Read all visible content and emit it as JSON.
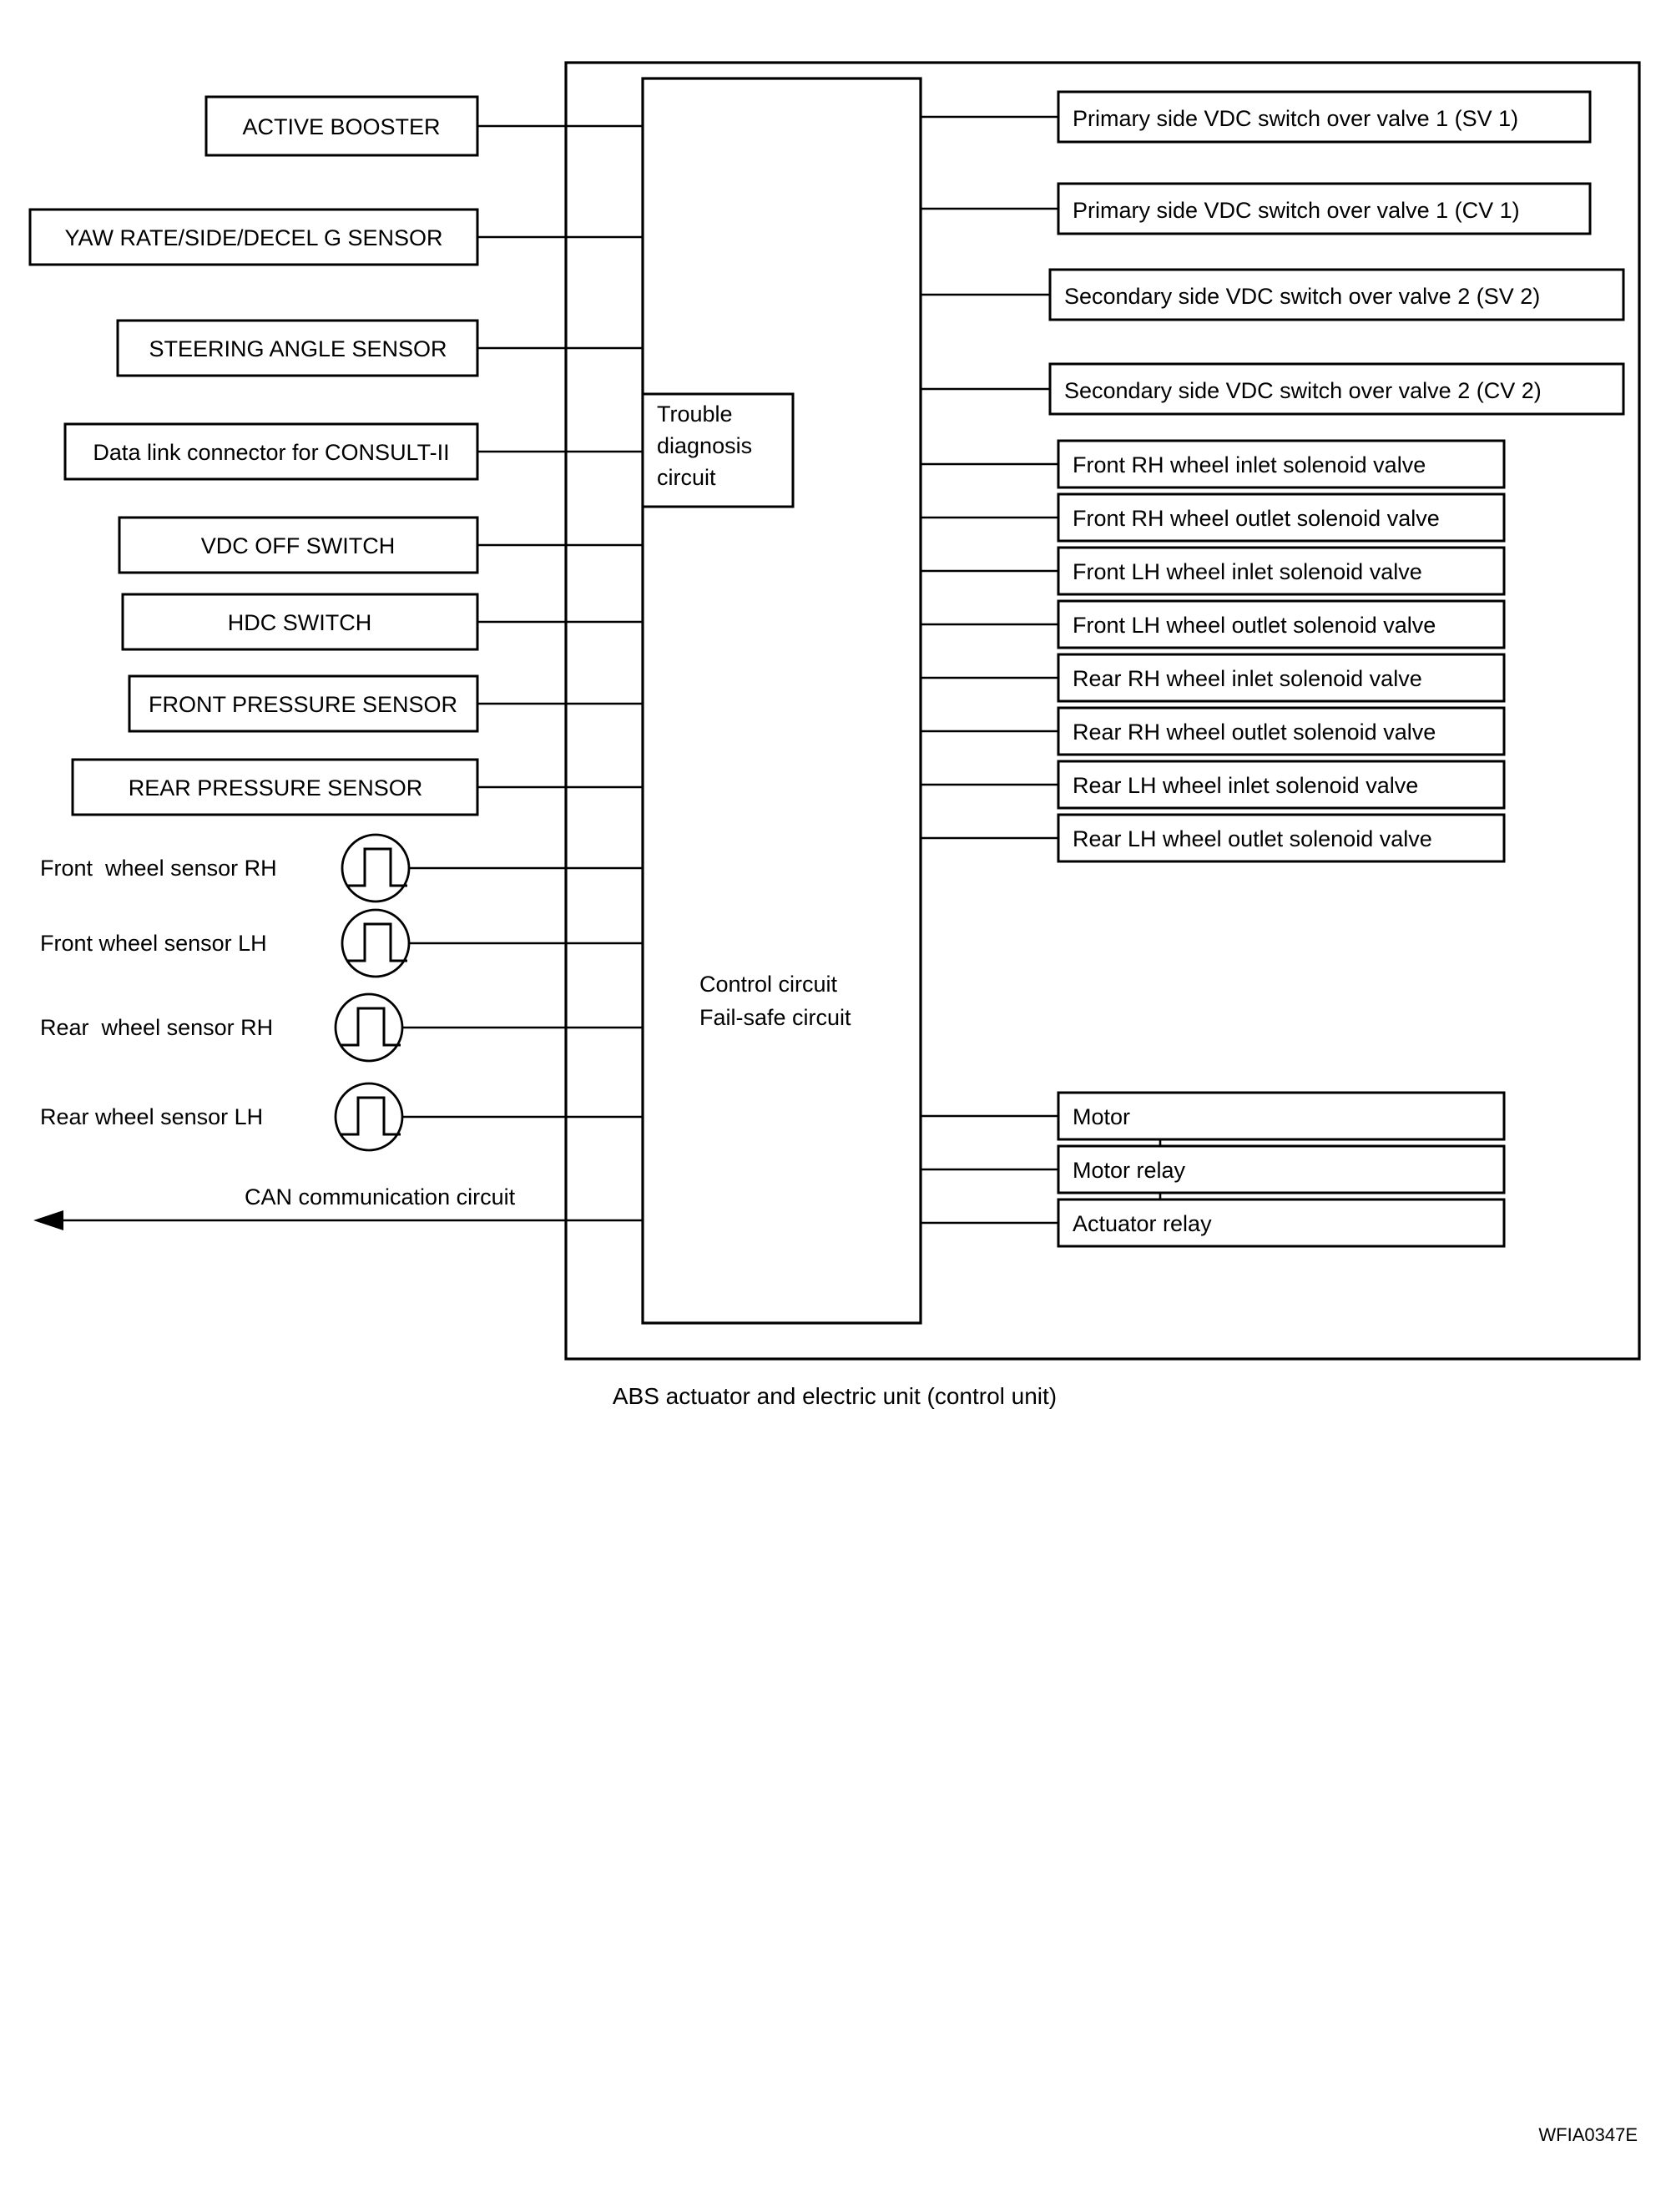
{
  "figure": {
    "caption": "ABS actuator and electric unit (control unit)",
    "figure_id": "WFIA0347E",
    "can_label": "CAN communication circuit"
  },
  "control_unit": {
    "trouble_diagnosis": {
      "line1": "Trouble",
      "line2": "diagnosis",
      "line3": "circuit"
    },
    "control_block": {
      "line1": "Control circuit",
      "line2": "Fail-safe circuit"
    }
  },
  "inputs": [
    {
      "label": "ACTIVE BOOSTER"
    },
    {
      "label": "YAW RATE/SIDE/DECEL G SENSOR"
    },
    {
      "label": "STEERING ANGLE SENSOR"
    },
    {
      "label": "Data link connector for CONSULT-II"
    },
    {
      "label": "VDC OFF SWITCH"
    },
    {
      "label": "HDC SWITCH"
    },
    {
      "label": "FRONT PRESSURE SENSOR"
    },
    {
      "label": "REAR PRESSURE SENSOR"
    }
  ],
  "wheel_sensors": [
    {
      "label": "Front  wheel sensor RH",
      "icon": "pulse-sensor-icon"
    },
    {
      "label": "Front wheel sensor LH",
      "icon": "pulse-sensor-icon"
    },
    {
      "label": "Rear  wheel sensor RH",
      "icon": "pulse-sensor-icon"
    },
    {
      "label": "Rear wheel sensor LH",
      "icon": "pulse-sensor-icon"
    }
  ],
  "valves": [
    {
      "label": "Primary side VDC switch over valve 1 (SV 1)"
    },
    {
      "label": "Primary side VDC switch over valve 1 (CV 1)"
    },
    {
      "label": "Secondary side VDC switch over valve 2 (SV 2)"
    },
    {
      "label": "Secondary side VDC switch over valve 2 (CV 2)"
    }
  ],
  "solenoids": [
    {
      "label": "Front RH wheel inlet solenoid valve"
    },
    {
      "label": "Front RH wheel outlet solenoid valve"
    },
    {
      "label": "Front LH wheel inlet solenoid valve"
    },
    {
      "label": "Front LH wheel outlet solenoid valve"
    },
    {
      "label": "Rear RH wheel inlet solenoid valve"
    },
    {
      "label": "Rear RH wheel outlet solenoid valve"
    },
    {
      "label": "Rear LH wheel inlet solenoid valve"
    },
    {
      "label": "Rear LH wheel outlet solenoid valve"
    }
  ],
  "actuators": [
    {
      "label": "Motor"
    },
    {
      "label": "Motor relay"
    },
    {
      "label": "Actuator relay"
    }
  ],
  "colors": {
    "line": "#000000",
    "background": "#ffffff",
    "text": "#000000"
  }
}
